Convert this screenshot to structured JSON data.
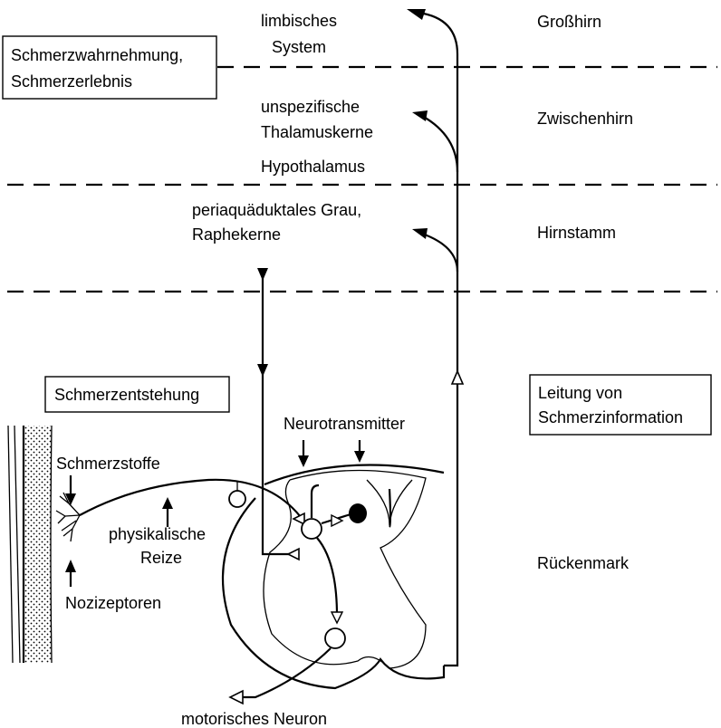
{
  "labels": {
    "limbic_1": "limbisches",
    "limbic_2": "System",
    "grosshirn": "Großhirn",
    "perception_1": "Schmerzwahrnehmung,",
    "perception_2": "Schmerzerlebnis",
    "thalamus_1": "unspezifische",
    "thalamus_2": "Thalamuskerne",
    "zwischenhirn": "Zwischenhirn",
    "hypothalamus": "Hypothalamus",
    "grau_1": "periaquäduktales Grau,",
    "grau_2": "Raphekerne",
    "hirnstamm": "Hirnstamm",
    "origin": "Schmerzentstehung",
    "conduction_1": "Leitung von",
    "conduction_2": "Schmerzinformation",
    "neurotransmitter": "Neurotransmitter",
    "schmerzstoffe": "Schmerzstoffe",
    "phys_1": "physikalische",
    "phys_2": "Reize",
    "rueckenmark": "Rückenmark",
    "nozizeptoren": "Nozizeptoren",
    "motor": "motorisches Neuron"
  }
}
